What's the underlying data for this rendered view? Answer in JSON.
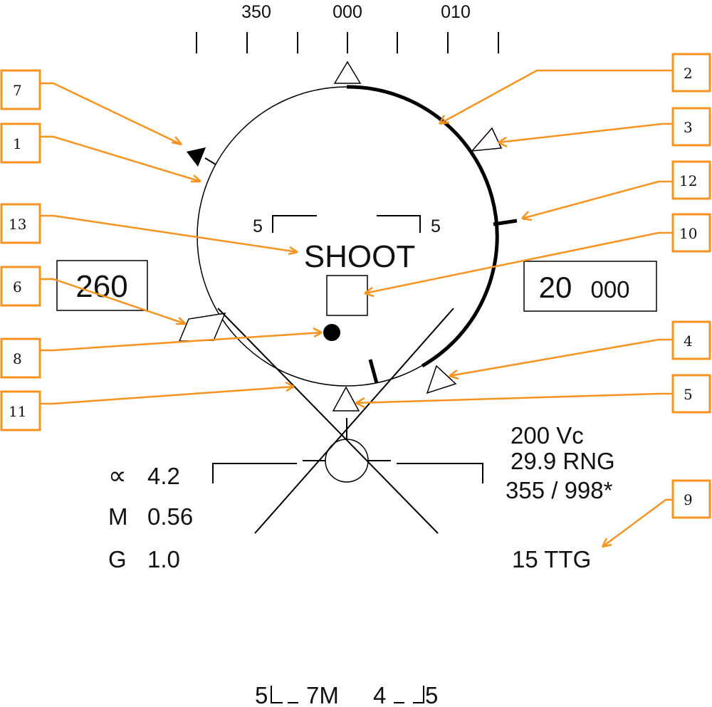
{
  "heading_scale": {
    "labels": [
      "350",
      "000",
      "010"
    ]
  },
  "center_text": {
    "shoot": "SHOOT"
  },
  "dlz_brackets": {
    "left_label": "5",
    "right_label": "5"
  },
  "airspeed_box": {
    "value": "260"
  },
  "altitude_box": {
    "thousands": "20",
    "hundreds": "000"
  },
  "left_readouts": [
    {
      "symbol": "∝",
      "value": "4.2"
    },
    {
      "symbol": "M",
      "value": "0.56"
    },
    {
      "symbol": "G",
      "value": "1.0"
    }
  ],
  "right_readouts": {
    "closure": "200 Vc",
    "range": "29.9 RNG",
    "target_aspect": "355 / 998*",
    "ttg": "15 TTG"
  },
  "bottom_status": {
    "left": "5",
    "mid": "7M",
    "right_num": "4",
    "right_end": "5"
  },
  "callouts": [
    "1",
    "2",
    "3",
    "4",
    "5",
    "6",
    "7",
    "8",
    "9",
    "10",
    "11",
    "12",
    "13"
  ],
  "colors": {
    "callout_border": "#f7931e",
    "leader_line": "#f7931e",
    "symbology": "#000000"
  }
}
